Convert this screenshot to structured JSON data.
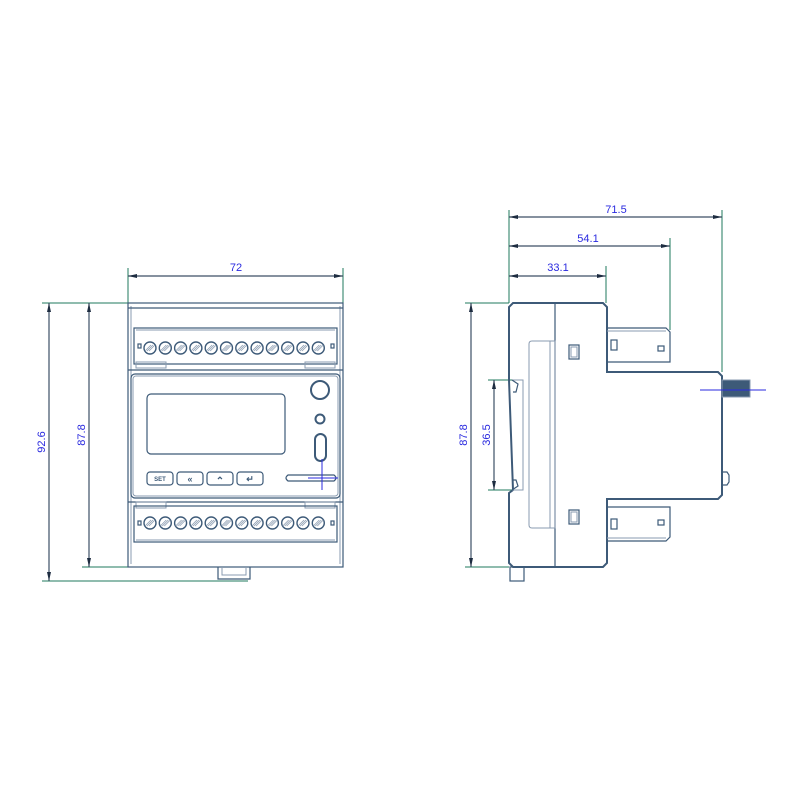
{
  "drawing": {
    "title": "DIN-rail meter dimension drawing",
    "units": "mm",
    "colors": {
      "outline": "#3d5a78",
      "extension_line": "#1f7a5c",
      "dimension_text": "#2a2adf",
      "background": "#ffffff"
    }
  },
  "front_view": {
    "width_label": "72",
    "total_height_label": "92.6",
    "body_height_label": "87.8",
    "top_terminal_count": 12,
    "bottom_terminal_count": 12,
    "buttons": [
      {
        "name": "set",
        "label": "SET"
      },
      {
        "name": "left",
        "label": "«"
      },
      {
        "name": "up",
        "label": "⌃"
      },
      {
        "name": "enter",
        "label": "↵"
      }
    ],
    "display": "lcd-screen"
  },
  "side_view": {
    "overall_depth_label": "71.5",
    "mid_depth_label": "54.1",
    "front_depth_label": "33.1",
    "height_label": "87.8",
    "rail_width_label": "36.5"
  }
}
